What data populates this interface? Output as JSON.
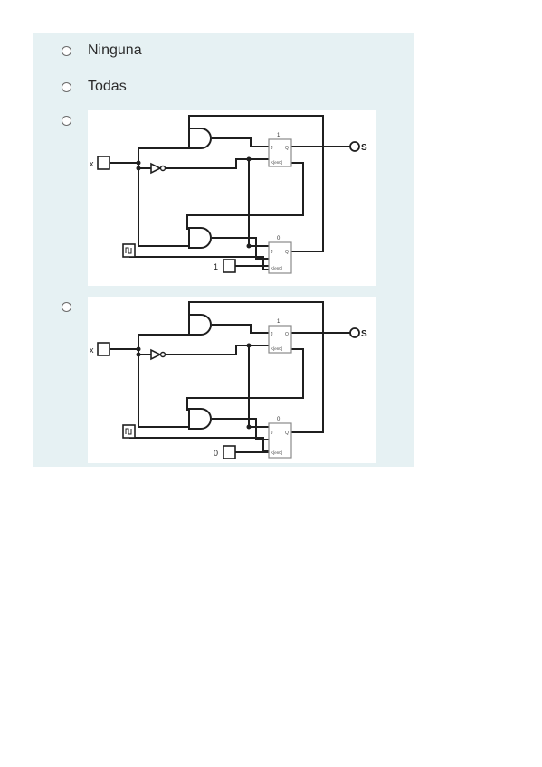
{
  "question": {
    "options": [
      {
        "label": "Ninguna",
        "type": "text"
      },
      {
        "label": "Todas",
        "type": "text"
      },
      {
        "type": "circuit",
        "circuit": {
          "input_label": "x",
          "output_label": "S",
          "ff_top_label": "1",
          "ff_bottom_label": "0",
          "ff_pin_j": "J",
          "ff_pin_q": "Q",
          "ff_pin_clk": "K[en0]",
          "const_label": "1"
        }
      },
      {
        "type": "circuit",
        "circuit": {
          "input_label": "x",
          "output_label": "S",
          "ff_top_label": "1",
          "ff_bottom_label": "0",
          "ff_pin_j": "J",
          "ff_pin_q": "Q",
          "ff_pin_clk": "K[en0]",
          "const_label": "0"
        }
      }
    ]
  },
  "colors": {
    "panel_bg": "#e6f1f3",
    "wire": "#1f1f1f",
    "radio_border": "#6b6b6b"
  }
}
